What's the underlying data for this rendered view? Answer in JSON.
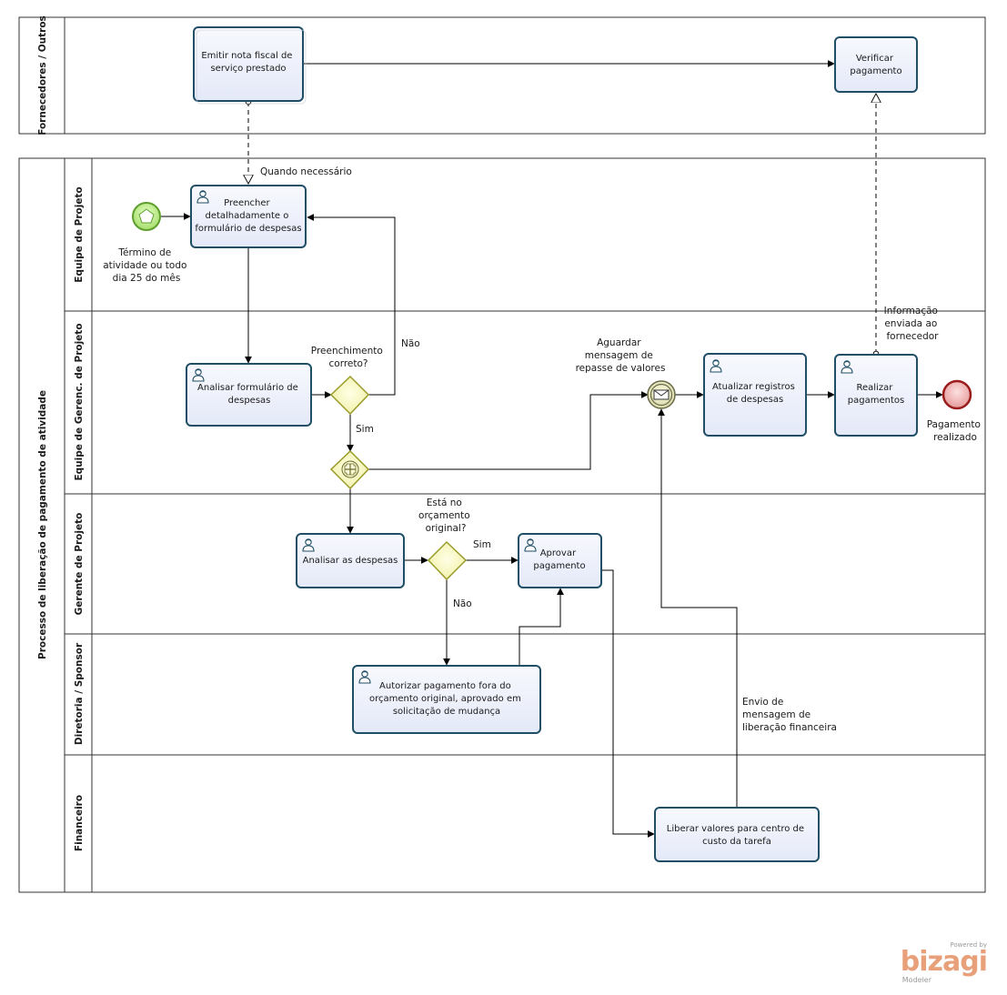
{
  "pools": {
    "top": {
      "label": "Fornecedores  / Outros"
    },
    "main": {
      "label": "Processo de liberação de pagamento de atividade"
    }
  },
  "lanes": {
    "equipe": "Equipe de Projeto",
    "gerenc": "Equipe de Gerenc. de Projeto",
    "gerente": "Gerente de Projeto",
    "diretoria": "Diretoria  / Sponsor",
    "financeiro": "Financeiro"
  },
  "tasks": {
    "emitir": [
      "Emitir nota fiscal de",
      "serviço prestado"
    ],
    "verificar": [
      "Verificar",
      "pagamento"
    ],
    "preencher": [
      "Preencher",
      "detalhadamente o",
      "formulário de despesas"
    ],
    "analisar_form": [
      "Analisar formulário de",
      "despesas"
    ],
    "atualizar": [
      "Atualizar registros",
      "de despesas"
    ],
    "realizar": [
      "Realizar",
      "pagamentos"
    ],
    "analisar_desp": [
      "Analisar as despesas"
    ],
    "aprovar": [
      "Aprovar",
      "pagamento"
    ],
    "autorizar": [
      "Autorizar pagamento fora do",
      "orçamento original, aprovado em",
      "solicitação de mudança"
    ],
    "liberar": [
      "Liberar valores para centro de",
      "custo da tarefa"
    ]
  },
  "events": {
    "start": [
      "Término de",
      "atividade ou todo",
      "dia 25 do mês"
    ],
    "message": [
      "Aguardar",
      "mensagem de",
      "repasse de valores"
    ],
    "end": [
      "Pagamento",
      "realizado"
    ]
  },
  "gateways": {
    "preenchimento": [
      "Preenchimento",
      "correto?"
    ],
    "orcamento": [
      "Está no",
      "orçamento",
      "original?"
    ]
  },
  "flow_labels": {
    "nao1": "Não",
    "sim1": "Sim",
    "sim2": "Sim",
    "nao2": "Não",
    "quando": "Quando necessário",
    "info": [
      "Informação",
      "enviada ao",
      "fornecedor"
    ],
    "envio": [
      "Envio de",
      "mensagem de",
      "liberação financeira"
    ]
  },
  "watermark": {
    "powered": "Powered by",
    "brand": "bizagi",
    "product": "Modeler"
  },
  "colors": {
    "task_border": "#1f4e66",
    "task_fill": "#eef1fb",
    "gateway_border": "#9a9a2a",
    "gateway_fill": "#fbfbd0",
    "start_border": "#5e9e2e",
    "start_fill": "#c8f09a",
    "end_border": "#9b1c1c",
    "end_fill": "#f2b7b7"
  }
}
